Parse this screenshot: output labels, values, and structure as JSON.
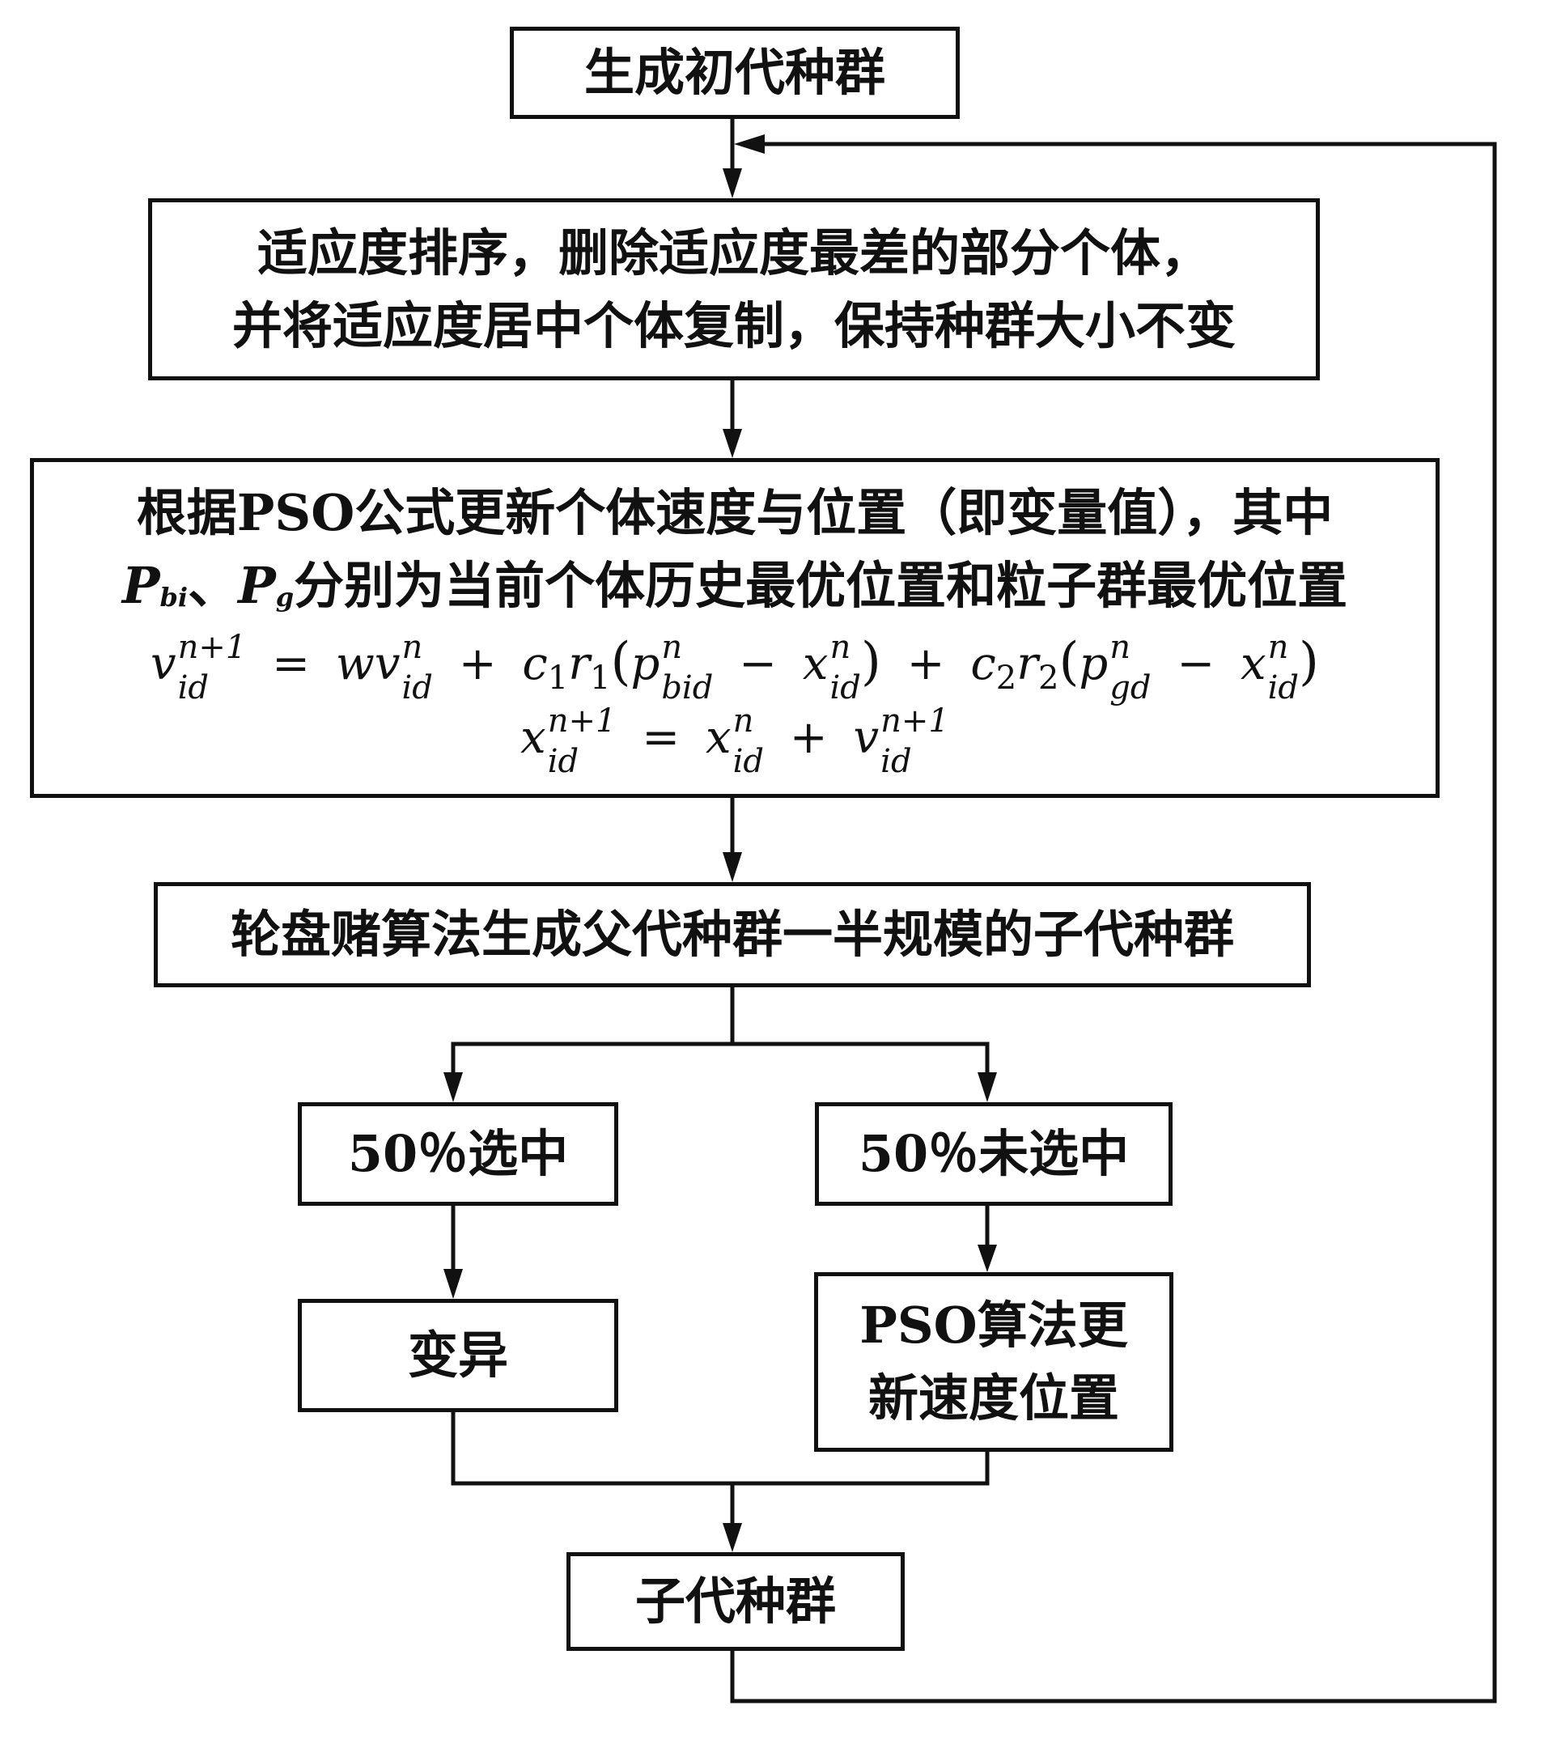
{
  "diagram": {
    "title": "PSO-GA hybrid algorithm flowchart",
    "nodes": {
      "init": {
        "label": "生成初代种群"
      },
      "sort": {
        "line1": "适应度排序，删除适应度最差的部分个体，",
        "line2": "并将适应度居中个体复制，保持种群大小不变"
      },
      "pso_update": {
        "line1_prefix": "根据",
        "line1_bold": "PSO",
        "line1_suffix": "公式更新个体速度与位置（即变量值），其中",
        "pbi_letter": "P",
        "pbi_sub": "bi",
        "separator": "、",
        "pg_letter": "P",
        "pg_sub": "g",
        "line2_suffix": "分别为当前个体历史最优位置和粒子群最优位置"
      },
      "roulette": {
        "label": "轮盘赌算法生成父代种群一半规模的子代种群"
      },
      "selected": {
        "percent": "50％",
        "label": "选中"
      },
      "unselected": {
        "percent": "50％",
        "label": "未选中"
      },
      "mutation": {
        "label": "变异"
      },
      "pso_algo": {
        "line1_bold": "PSO",
        "line1_suffix": "算法更",
        "line2": "新速度位置"
      },
      "offspring": {
        "label": "子代种群"
      }
    },
    "formula1": {
      "v": "v",
      "sup_n1": "n+1",
      "sub_id": "id",
      "eq": "=",
      "w": "w",
      "sup_n": "n",
      "plus": "+",
      "c": "c",
      "r": "r",
      "one": "1",
      "two": "2",
      "lparen": "(",
      "rparen": ")",
      "minus": "−",
      "p": "p",
      "sub_bid": "bid",
      "x": "x",
      "sub_gd": "gd"
    },
    "edges": [
      {
        "from": "init",
        "to": "sort"
      },
      {
        "from": "sort",
        "to": "pso_update"
      },
      {
        "from": "pso_update",
        "to": "roulette"
      },
      {
        "from": "roulette",
        "to": "selected"
      },
      {
        "from": "roulette",
        "to": "unselected"
      },
      {
        "from": "selected",
        "to": "mutation"
      },
      {
        "from": "unselected",
        "to": "pso_algo"
      },
      {
        "from": "mutation",
        "to": "offspring"
      },
      {
        "from": "pso_algo",
        "to": "offspring"
      },
      {
        "from": "offspring",
        "to": "sort",
        "type": "loop"
      }
    ],
    "colors": {
      "stroke": "#111111",
      "background": "#ffffff"
    }
  }
}
